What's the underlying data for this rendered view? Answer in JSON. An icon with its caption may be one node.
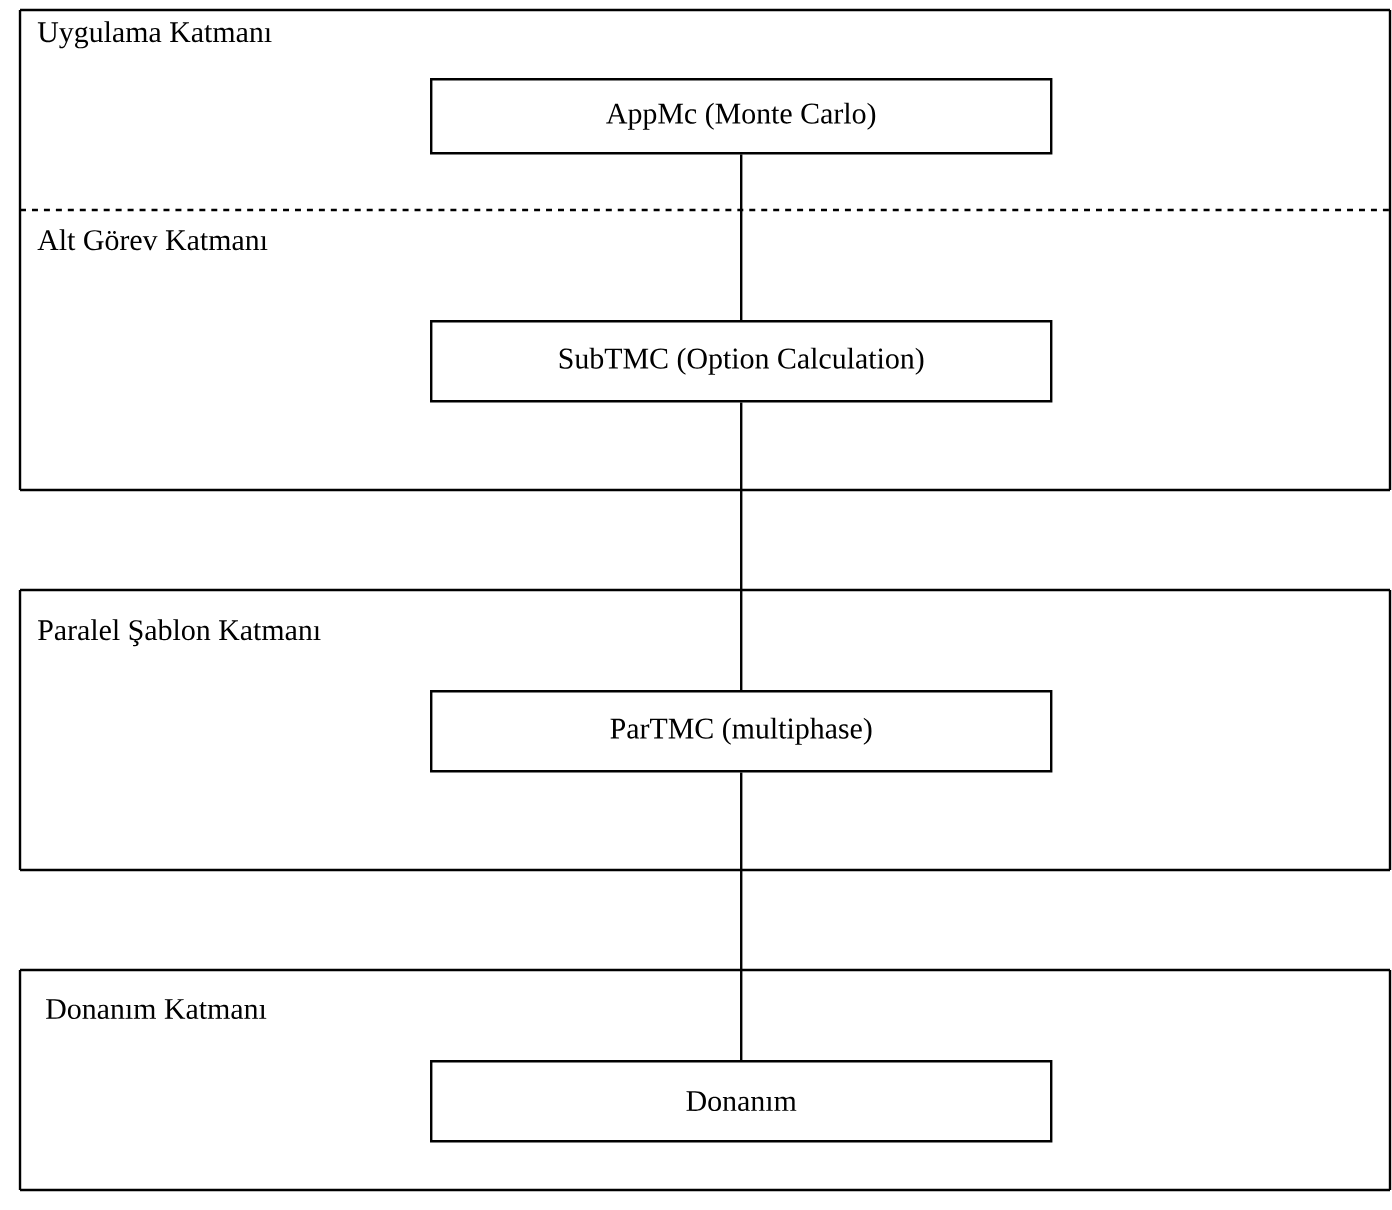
{
  "diagram": {
    "nodes": [
      {
        "text": [
          "Uygulama Katmanı"
        ]
      },
      {
        "text": [
          "AppMc (Monte Carlo)"
        ],
        "in": 0
      },
      {
        "text": [
          "Alt Görev Katmanı"
        ]
      },
      {
        "text": [
          "SubTMC (Option Calculation)"
        ],
        "in": 2
      },
      {
        "text": [
          "Paralel Şablon Katmanı"
        ]
      },
      {
        "text": [
          "ParTMC (multiphase)"
        ],
        "in": 4
      },
      {
        "text": [
          "Donanım Katmanı"
        ]
      },
      {
        "text": [
          "Donanım"
        ],
        "in": 6
      }
    ],
    "edges": [
      {
        "from": 1,
        "to": 3,
        "arrow": "none"
      },
      {
        "from": 3,
        "to": 5,
        "arrow": "none"
      },
      {
        "from": 5,
        "to": 7,
        "arrow": "none"
      }
    ]
  }
}
